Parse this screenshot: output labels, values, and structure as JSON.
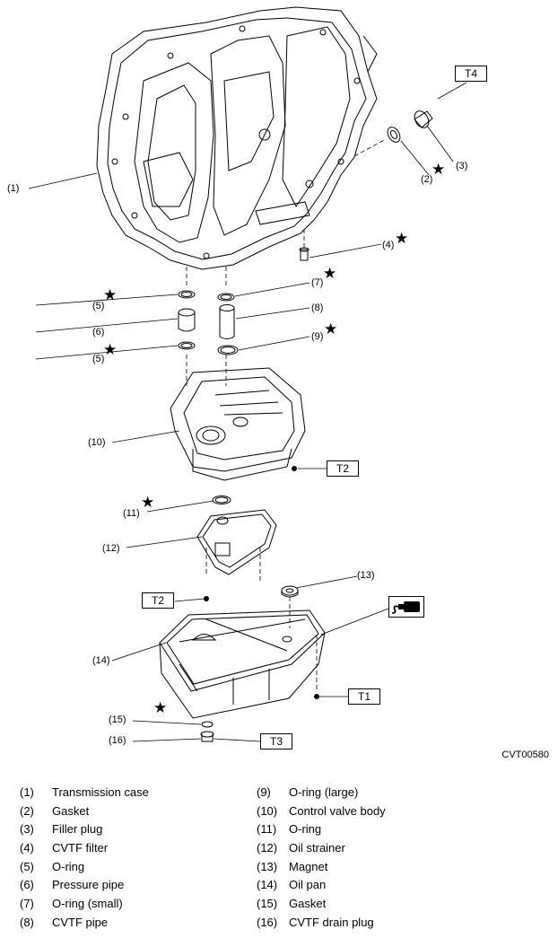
{
  "figure_id": "CVT00580",
  "callouts": [
    {
      "n": "(1)"
    },
    {
      "n": "(2)"
    },
    {
      "n": "(3)"
    },
    {
      "n": "(4)"
    },
    {
      "n": "(5)"
    },
    {
      "n": "(5)"
    },
    {
      "n": "(6)"
    },
    {
      "n": "(7)"
    },
    {
      "n": "(8)"
    },
    {
      "n": "(9)"
    },
    {
      "n": "(10)"
    },
    {
      "n": "(11)"
    },
    {
      "n": "(12)"
    },
    {
      "n": "(13)"
    },
    {
      "n": "(14)"
    },
    {
      "n": "(15)"
    },
    {
      "n": "(16)"
    }
  ],
  "torque_labels": [
    "T4",
    "T2",
    "T2",
    "T1",
    "T3"
  ],
  "star_symbol": "★",
  "legend": [
    {
      "num": "(1)",
      "name": "Transmission case"
    },
    {
      "num": "(2)",
      "name": "Gasket"
    },
    {
      "num": "(3)",
      "name": "Filler plug"
    },
    {
      "num": "(4)",
      "name": "CVTF filter"
    },
    {
      "num": "(5)",
      "name": "O-ring"
    },
    {
      "num": "(6)",
      "name": "Pressure pipe"
    },
    {
      "num": "(7)",
      "name": "O-ring (small)"
    },
    {
      "num": "(8)",
      "name": "CVTF pipe"
    },
    {
      "num": "(9)",
      "name": "O-ring (large)"
    },
    {
      "num": "(10)",
      "name": "Control valve body"
    },
    {
      "num": "(11)",
      "name": "O-ring"
    },
    {
      "num": "(12)",
      "name": "Oil strainer"
    },
    {
      "num": "(13)",
      "name": "Magnet"
    },
    {
      "num": "(14)",
      "name": "Oil pan"
    },
    {
      "num": "(15)",
      "name": "Gasket"
    },
    {
      "num": "(16)",
      "name": "CVTF drain plug"
    }
  ],
  "icons": {
    "sealant": "liquid-gasket-icon",
    "star": "replace-part-star-icon"
  }
}
